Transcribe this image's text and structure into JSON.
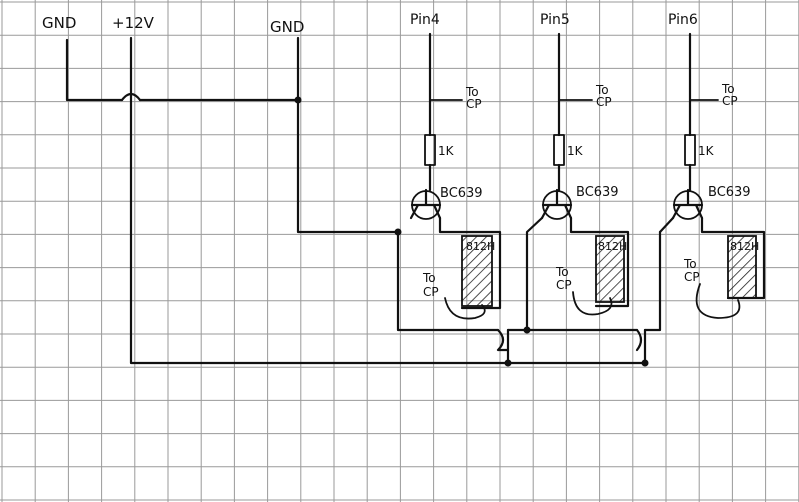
{
  "grid": {
    "line_color": "#9a9a9a",
    "paper_color": "#ffffff"
  },
  "ink_color": "#111111",
  "top_labels": {
    "gnd_left": "GND",
    "plus12v": "+12V",
    "gnd_mid": "GND"
  },
  "stages": [
    {
      "pin_label": "Pin4",
      "to_cp_top": [
        "To",
        "CP"
      ],
      "resistor": "1K",
      "transistor": "BC639",
      "coil": "812H",
      "to_cp_coil": [
        "To",
        "CP"
      ]
    },
    {
      "pin_label": "Pin5",
      "to_cp_top": [
        "To",
        "CP"
      ],
      "resistor": "1K",
      "transistor": "BC639",
      "coil": "812H",
      "to_cp_coil": [
        "To",
        "CP"
      ]
    },
    {
      "pin_label": "Pin6",
      "to_cp_top": [
        "To",
        "CP"
      ],
      "resistor": "1K",
      "transistor": "BC639",
      "coil": "812H",
      "to_cp_coil": [
        "To",
        "CP"
      ]
    }
  ]
}
